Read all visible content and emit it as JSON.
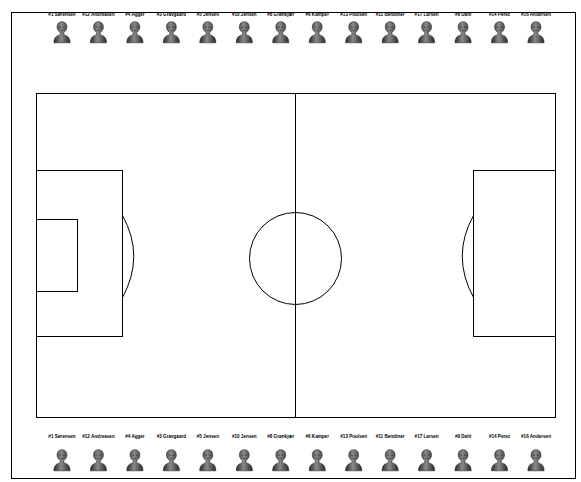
{
  "diagram": {
    "labels": [
      "#1 Sørensen",
      "#12 Andreasen",
      "#4 Agger",
      "#3 Gravgaard",
      "#5 Jensen",
      "#10 Jensen",
      "#8 Grønkjær",
      "#6 Kamper",
      "#13 Poulsen",
      "#11 Bendtner",
      "#17 Larsen",
      "#9 Dahl",
      "#14 Perez",
      "#16 Andersen",
      "#1 Sørensen",
      "#12 Andreasen",
      "#4 Agger",
      "#3 Gravgaard",
      "#5 Jensen",
      "#10 Jensen",
      "#8 Grønkjær",
      "#6 Kamper",
      "#13 Poulsen",
      "#11 Bendtner",
      "#17 Larsen",
      "#9 Dahl",
      "#14 Perez",
      "#16 Andersen"
    ]
  }
}
